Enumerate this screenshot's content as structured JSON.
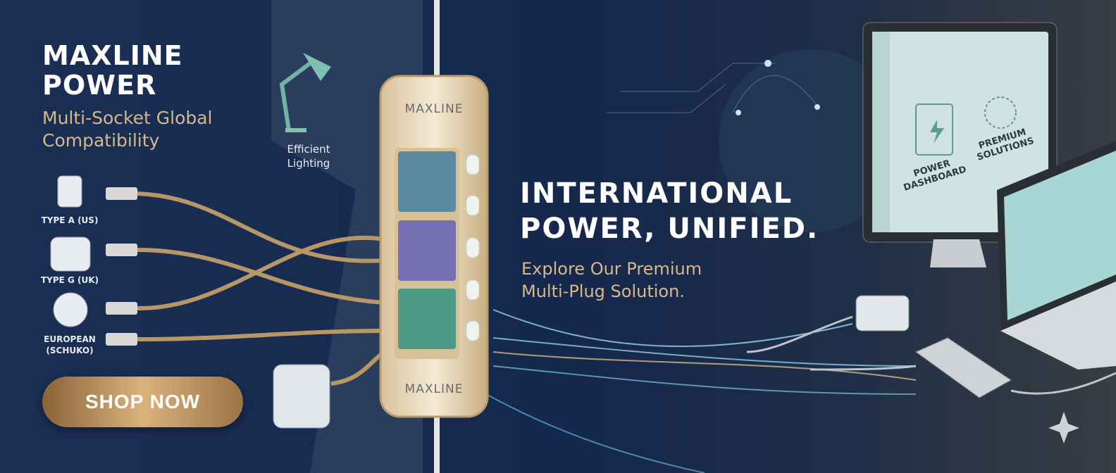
{
  "brand": {
    "title_line1": "MAXLINE",
    "title_line2": "POWER",
    "tagline_line1": "Multi-Socket Global",
    "tagline_line2": "Compatibility"
  },
  "lamp": {
    "label_line1": "Efficient",
    "label_line2": "Lighting"
  },
  "plugs": [
    {
      "label": "TYPE A (US)"
    },
    {
      "label": "TYPE G (UK)"
    },
    {
      "label_line1": "EUROPEAN",
      "label_line2": "(SCHUKO)"
    }
  ],
  "cta": {
    "label": "SHOP NOW"
  },
  "strip": {
    "logo_top": "MAXLINE",
    "logo_bottom": "MAXLINE"
  },
  "hero": {
    "headline_line1": "INTERNATIONAL",
    "headline_line2": "POWER, UNIFIED.",
    "sub_line1": "Explore Our Premium",
    "sub_line2": "Multi-Plug Solution."
  },
  "monitor": {
    "tile1_line1": "POWER",
    "tile1_line2": "DASHBOARD",
    "tile2_line1": "PREMIUM",
    "tile2_line2": "SOLUTIONS"
  },
  "colors": {
    "navy": "#1d3257",
    "gold": "#d6b98a",
    "teal": "#6fb3a6",
    "socket_blue": "#5a8aa0",
    "socket_purple": "#7670b0",
    "socket_green": "#4f9a86"
  }
}
